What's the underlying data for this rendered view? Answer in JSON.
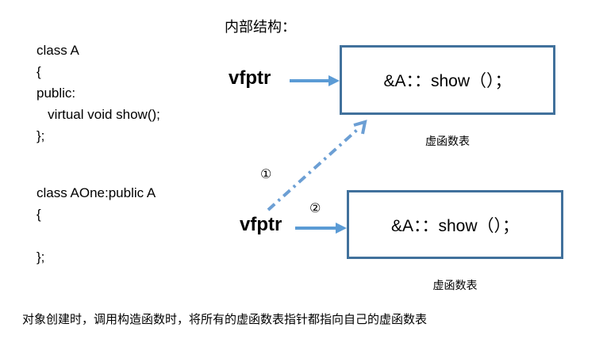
{
  "title": "内部结构：",
  "code_blocks": [
    {
      "name": "class-a-definition",
      "lines": [
        "class A",
        "{",
        "public:",
        "   virtual void show();",
        "};"
      ]
    },
    {
      "name": "class-aone-definition",
      "lines": [
        "class AOne:public A",
        "{",
        "",
        "};"
      ]
    }
  ],
  "diagram": {
    "rows": [
      {
        "pointer_label": "vfptr",
        "box_text": "&A：：show（）；",
        "table_label": "虚函数表"
      },
      {
        "pointer_label": "vfptr",
        "box_text": "&A：：show（）；",
        "table_label": "虚函数表"
      }
    ],
    "step_markers": [
      "①",
      "②"
    ]
  },
  "footnote": "对象创建时，调用构造函数时，将所有的虚函数表指针都指向自己的虚函数表",
  "colors": {
    "arrow_solid": "#5B9BD5",
    "arrow_dashed": "#6C9FD4",
    "box_border": "#41719C",
    "text": "#000000"
  }
}
